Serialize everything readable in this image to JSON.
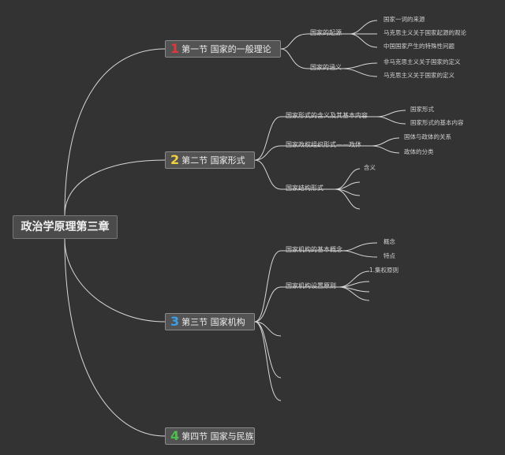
{
  "root": "政治学原理第三章",
  "colors": {
    "background": "#333333",
    "line": "#d8d8d8",
    "num1": "#e0363c",
    "num2": "#f2d23a",
    "num3": "#3aa0e8",
    "num4": "#4cbf4c"
  },
  "sections": [
    {
      "num": "1",
      "label": "第一节 国家的一般理论"
    },
    {
      "num": "2",
      "label": "第二节 国家形式"
    },
    {
      "num": "3",
      "label": "第三节 国家机构"
    },
    {
      "num": "4",
      "label": "第四节 国家与民族"
    }
  ],
  "s1": {
    "a": "国家的起源",
    "a_items": [
      "国家一词的来源",
      "马克思主义关于国家起源的观论",
      "中国国家产生的特殊性问题"
    ],
    "b": "国家的涵义",
    "b_items": [
      "非马克思主义关于国家的定义",
      "马克思主义关于国家的定义"
    ]
  },
  "s2": {
    "a": "国家形式的含义及其基本内容",
    "a_items": [
      "国家形式",
      "国家形式的基本内容"
    ],
    "b": "国家政权组织形式——政体",
    "b_items": [
      "国体与政体的关系",
      "政体的分类"
    ],
    "c": "国家结构形式",
    "c_items": [
      "含义"
    ]
  },
  "s3": {
    "a": "国家机构的基本概念",
    "a_items": [
      "概念",
      "特点"
    ],
    "b": "国家机构设置原则",
    "b_items": [
      "1.集权原则"
    ]
  }
}
